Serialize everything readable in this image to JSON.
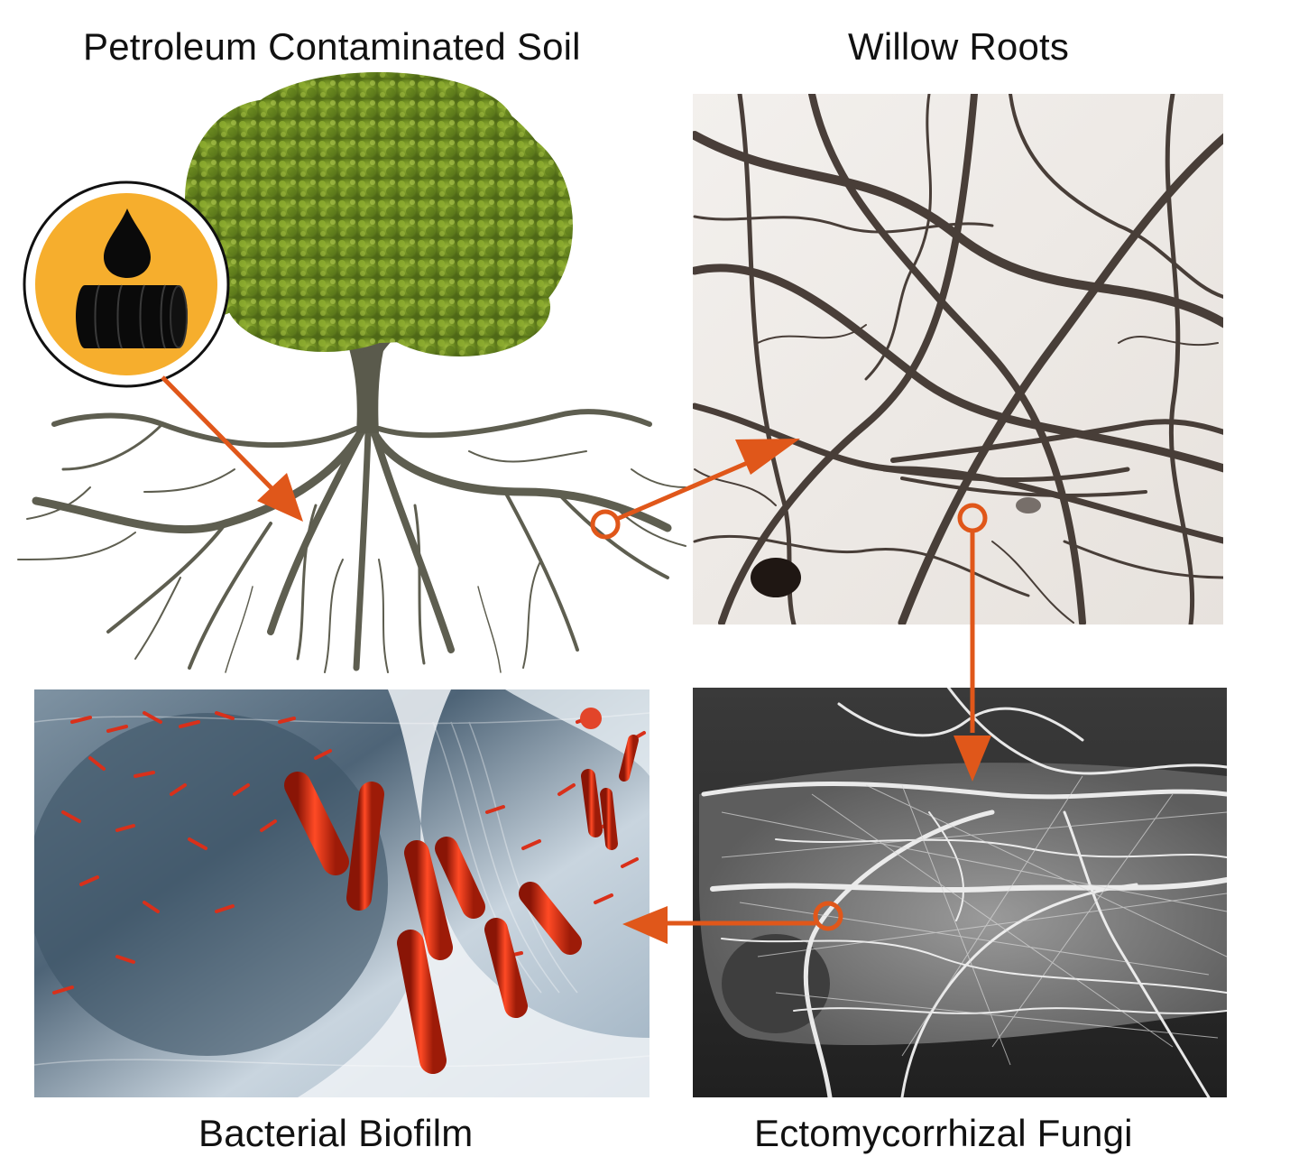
{
  "diagram": {
    "labels": {
      "soil": "Petroleum Contaminated Soil",
      "roots": "Willow Roots",
      "biofilm": "Bacterial Biofilm",
      "fungi": "Ectomycorrhizal Fungi"
    },
    "colors": {
      "arrow": "#E0571A",
      "badge_fill": "#F6AE2D",
      "badge_ring": "#111111",
      "foliage": "#7a9a2a",
      "root_color": "#5e5e50",
      "bacteria": "#d9301a"
    },
    "icons": [
      "oil-drop-icon",
      "oil-barrel-icon"
    ],
    "flow": [
      {
        "from": "Petroleum Contaminated Soil",
        "to": "Willow Roots"
      },
      {
        "from": "Willow Roots",
        "to": "Ectomycorrhizal Fungi"
      },
      {
        "from": "Ectomycorrhizal Fungi",
        "to": "Bacterial Biofilm"
      }
    ]
  }
}
